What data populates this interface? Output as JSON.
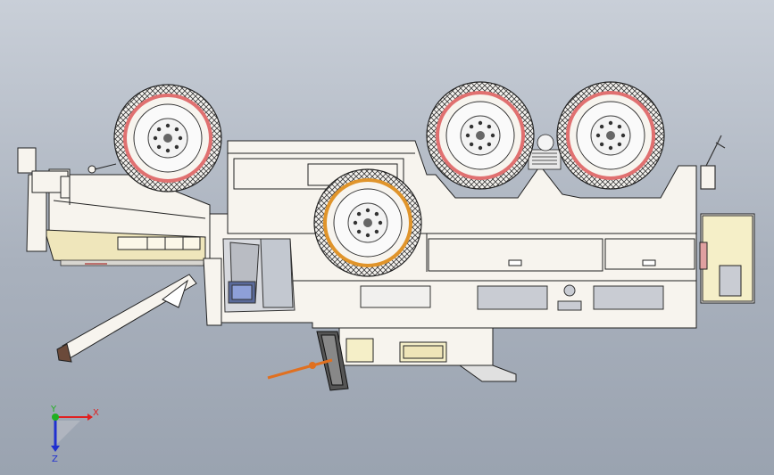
{
  "view": {
    "background_top": "#c9cfd8",
    "background_bottom": "#9aa3b0"
  },
  "triad": {
    "x_label": "X",
    "y_label": "Y",
    "z_label": "Z",
    "x_color": "#e02020",
    "y_color": "#20b020",
    "z_color": "#2030d0"
  },
  "model": {
    "body_color": "#f7f4ee",
    "outline_color": "#222222",
    "tire_accent_red": "#e07070",
    "tire_accent_orange": "#e0942a",
    "panel_fill": "#f5efc8",
    "window_fill": "#c8ccd4",
    "rod_color": "#e07020"
  },
  "wheels": [
    {
      "name": "wheel-1",
      "accent": "red"
    },
    {
      "name": "wheel-2",
      "accent": "red"
    },
    {
      "name": "wheel-3",
      "accent": "red"
    },
    {
      "name": "wheel-4",
      "accent": "orange"
    }
  ]
}
